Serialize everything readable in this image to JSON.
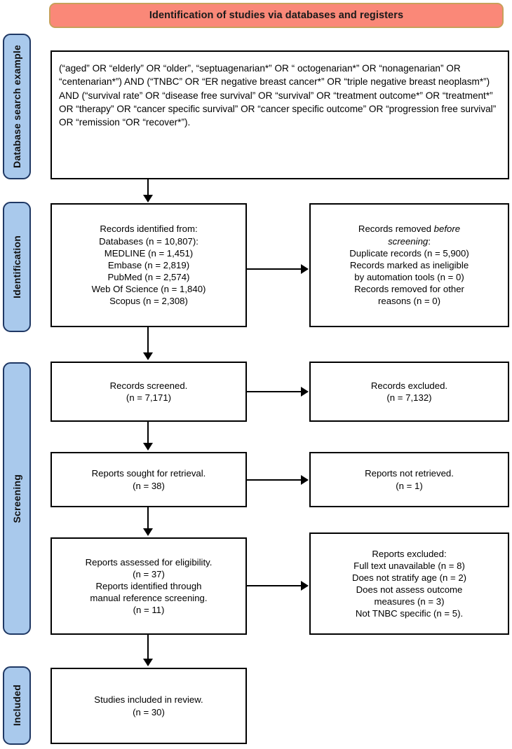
{
  "banner": {
    "title": "Identification of studies via databases and registers"
  },
  "stages": [
    {
      "id": "database-search-example",
      "label": "Database search example"
    },
    {
      "id": "identification",
      "label": "Identification"
    },
    {
      "id": "screening",
      "label": "Screening"
    },
    {
      "id": "included",
      "label": "Included"
    }
  ],
  "search_example": {
    "query": "(“aged” OR “elderly” OR “older”, “septuagenarian*” OR “ octogenarian*” OR “nonagenarian” OR “centenarian*”) AND (“TNBC” OR “ER negative breast cancer*” OR “triple negative breast neoplasm*”) AND (“survival rate” OR “disease free survival” OR “survival” OR “treatment outcome*” OR “treatment*” OR “therapy” OR “cancer specific survival” OR “cancer specific outcome” OR “progression free survival” OR “remission “OR “recover*”)."
  },
  "boxes": {
    "records_identified": {
      "lines": [
        "Records identified from:",
        "Databases (n = 10,807):",
        "MEDLINE (n = 1,451)",
        "Embase (n = 2,819)",
        "PubMed (n = 2,574)",
        "Web Of Science (n = 1,840)",
        "Scopus (n = 2,308)"
      ]
    },
    "records_removed": {
      "line1a": "Records removed ",
      "line1b": "before",
      "line2": "screening",
      "line2b": ":",
      "lines": [
        "Duplicate records (n = 5,900)",
        "Records marked as ineligible",
        "by automation tools (n = 0)",
        "Records removed for other",
        "reasons (n = 0)"
      ]
    },
    "records_screened": {
      "lines": [
        "Records screened.",
        "(n = 7,171)"
      ]
    },
    "records_excluded": {
      "lines": [
        "Records excluded.",
        "(n = 7,132)"
      ]
    },
    "reports_sought": {
      "lines": [
        "Reports sought for retrieval.",
        "(n = 38)"
      ]
    },
    "reports_not_retrieved": {
      "lines": [
        "Reports not retrieved.",
        "(n = 1)"
      ]
    },
    "reports_assessed": {
      "lines": [
        "Reports assessed for eligibility.",
        "(n = 37)",
        "Reports identified through",
        "manual reference screening.",
        "(n = 11)"
      ]
    },
    "reports_excluded": {
      "lines": [
        "Reports excluded:",
        "Full text unavailable (n = 8)",
        "Does not stratify age (n = 2)",
        "Does not assess outcome",
        "measures (n = 3)",
        "Not TNBC specific (n = 5)."
      ]
    },
    "studies_included": {
      "lines": [
        "Studies included in review.",
        "(n = 30)"
      ]
    }
  },
  "colors": {
    "banner_fill": "#FA8878",
    "banner_border": "#C8A05A",
    "tab_fill": "#A9C9EC",
    "tab_border": "#1F3864",
    "box_border": "#000000",
    "box_fill": "#FFFFFF"
  }
}
